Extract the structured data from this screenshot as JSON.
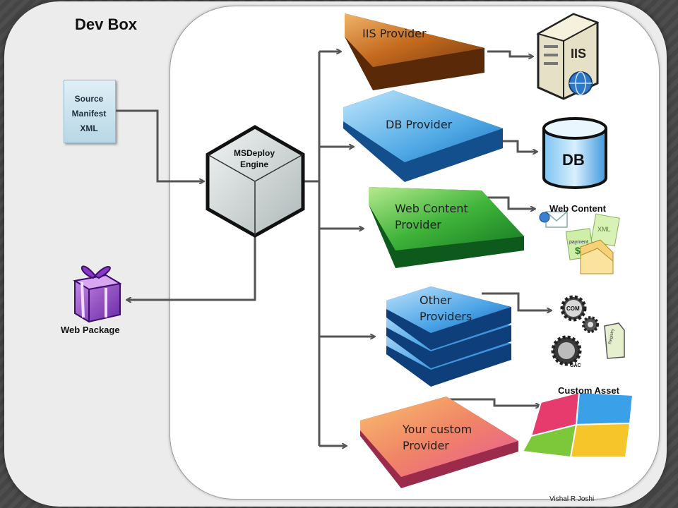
{
  "title": "Dev Box",
  "source": {
    "lines": [
      "Source",
      "Manifest",
      "XML"
    ]
  },
  "engine": {
    "lines": [
      "MSDeploy",
      "Engine"
    ]
  },
  "package": {
    "label": "Web Package"
  },
  "providers": {
    "iis": {
      "label": "IIS Provider"
    },
    "db": {
      "label": "DB Provider"
    },
    "web": {
      "lines": [
        "Web Content",
        "Provider"
      ]
    },
    "other": {
      "lines": [
        "Other",
        "Providers"
      ]
    },
    "custom": {
      "lines": [
        "Your custom",
        "Provider"
      ]
    }
  },
  "assets": {
    "iis": "IIS",
    "db": "DB",
    "web": "Web Content",
    "payment": "payment",
    "dollar": "$",
    "xml": "XML",
    "com": "COM",
    "gac": "GAC",
    "registry": "Registry",
    "custom": "Custom Asset"
  },
  "credit": "Vishal R Joshi",
  "colors": {
    "arrow": "#555555",
    "iis": "#c46a1e",
    "db": "#2f8ed8",
    "web": "#1f9c2b",
    "other": "#1c73c8",
    "custom": "#ee6a5a"
  }
}
